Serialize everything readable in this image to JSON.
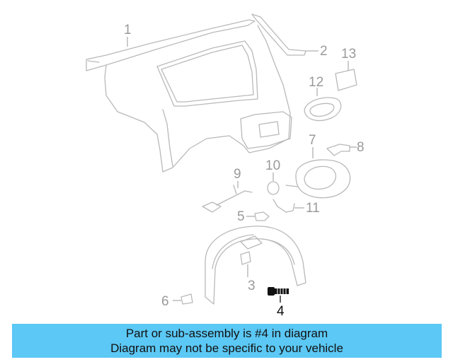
{
  "diagram": {
    "callouts": [
      {
        "id": "1",
        "label": "1"
      },
      {
        "id": "2",
        "label": "2"
      },
      {
        "id": "3",
        "label": "3"
      },
      {
        "id": "4",
        "label": "4"
      },
      {
        "id": "5",
        "label": "5"
      },
      {
        "id": "6",
        "label": "6"
      },
      {
        "id": "7",
        "label": "7"
      },
      {
        "id": "8",
        "label": "8"
      },
      {
        "id": "9",
        "label": "9"
      },
      {
        "id": "10",
        "label": "10"
      },
      {
        "id": "11",
        "label": "11"
      },
      {
        "id": "12",
        "label": "12"
      },
      {
        "id": "13",
        "label": "13"
      }
    ],
    "highlighted_part": "4"
  },
  "banner": {
    "line1": "Part or sub-assembly is #4 in diagram",
    "line2": "Diagram may not be specific to your vehicle",
    "color": "#5bc8f5"
  }
}
